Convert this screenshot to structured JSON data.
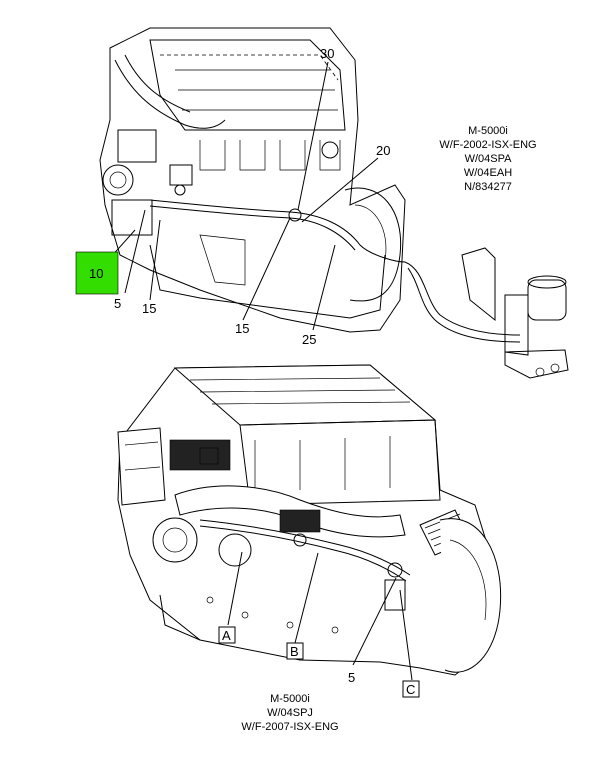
{
  "top_view": {
    "callouts": {
      "c30": "30",
      "c20": "20",
      "c10": "10",
      "c5": "5",
      "c15a": "15",
      "c15b": "15",
      "c25": "25"
    },
    "highlight_color": "#33dd00",
    "note": [
      "M-5000i",
      "W/F-2002-ISX-ENG",
      "W/04SPA",
      "W/04EAH",
      "N/834277"
    ]
  },
  "bottom_view": {
    "callouts": {
      "a": "A",
      "b": "B",
      "c": "C",
      "c5": "5"
    },
    "note": [
      "M-5000i",
      "W/04SPJ",
      "W/F-2007-ISX-ENG"
    ]
  }
}
